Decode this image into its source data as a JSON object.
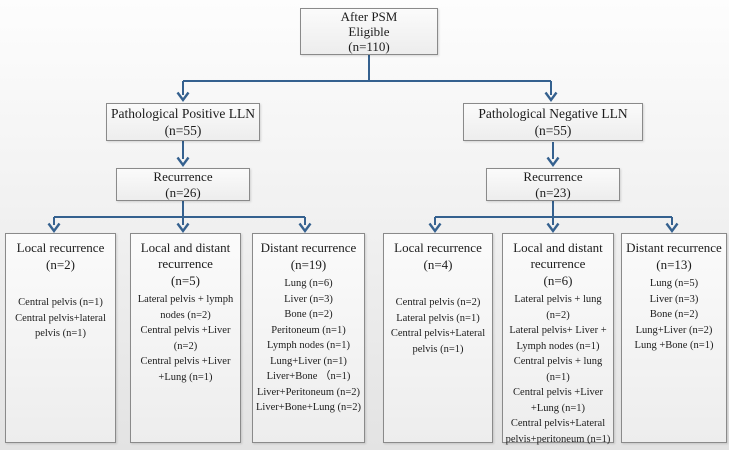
{
  "colors": {
    "arrow": "#35618f",
    "box_border": "#8a8a8a",
    "background": "#ececec"
  },
  "top_box": {
    "line1": "After PSM",
    "line2": "Eligible",
    "line3": "(n=110)"
  },
  "level2": {
    "positive": {
      "title": "Pathological Positive LLN",
      "count": "(n=55)"
    },
    "negative": {
      "title": "Pathological Negative LLN",
      "count": "(n=55)"
    }
  },
  "recurrence": {
    "positive": {
      "title": "Recurrence",
      "count": "(n=26)"
    },
    "negative": {
      "title": "Recurrence",
      "count": "(n=23)"
    }
  },
  "outcome_boxes": [
    {
      "title": "Local recurrence",
      "count": "(n=2)",
      "items": [
        "Central pelvis (n=1)",
        "Central pelvis+lateral pelvis (n=1)"
      ]
    },
    {
      "title": "Local and distant recurrence",
      "count": "(n=5)",
      "items": [
        "Lateral pelvis + lymph nodes (n=2)",
        "Central pelvis +Liver (n=2)",
        "Central pelvis +Liver +Lung (n=1)"
      ]
    },
    {
      "title": "Distant recurrence",
      "count": "(n=19)",
      "items": [
        "Lung (n=6)",
        "Liver (n=3)",
        "Bone (n=2)",
        "Peritoneum (n=1)",
        "Lymph nodes (n=1)",
        "Lung+Liver (n=1)",
        "Liver+Bone （n=1)",
        "Liver+Peritoneum (n=2)",
        "Liver+Bone+Lung (n=2)"
      ]
    },
    {
      "title": "Local recurrence",
      "count": "(n=4)",
      "items": [
        "Central pelvis (n=2)",
        "Lateral pelvis (n=1)",
        "Central pelvis+Lateral pelvis (n=1)"
      ]
    },
    {
      "title": "Local and distant recurrence",
      "count": "(n=6)",
      "items": [
        "Lateral pelvis + lung (n=2)",
        "Lateral pelvis+ Liver + Lymph nodes (n=1)",
        "Central pelvis + lung (n=1)",
        "Central pelvis +Liver +Lung (n=1)",
        "Central pelvis+Lateral pelvis+peritoneum (n=1)"
      ]
    },
    {
      "title": "Distant recurrence",
      "count": "(n=13)",
      "items": [
        "Lung (n=5)",
        "Liver (n=3)",
        "Bone (n=2)",
        "Lung+Liver (n=2)",
        "Lung +Bone (n=1)"
      ]
    }
  ]
}
